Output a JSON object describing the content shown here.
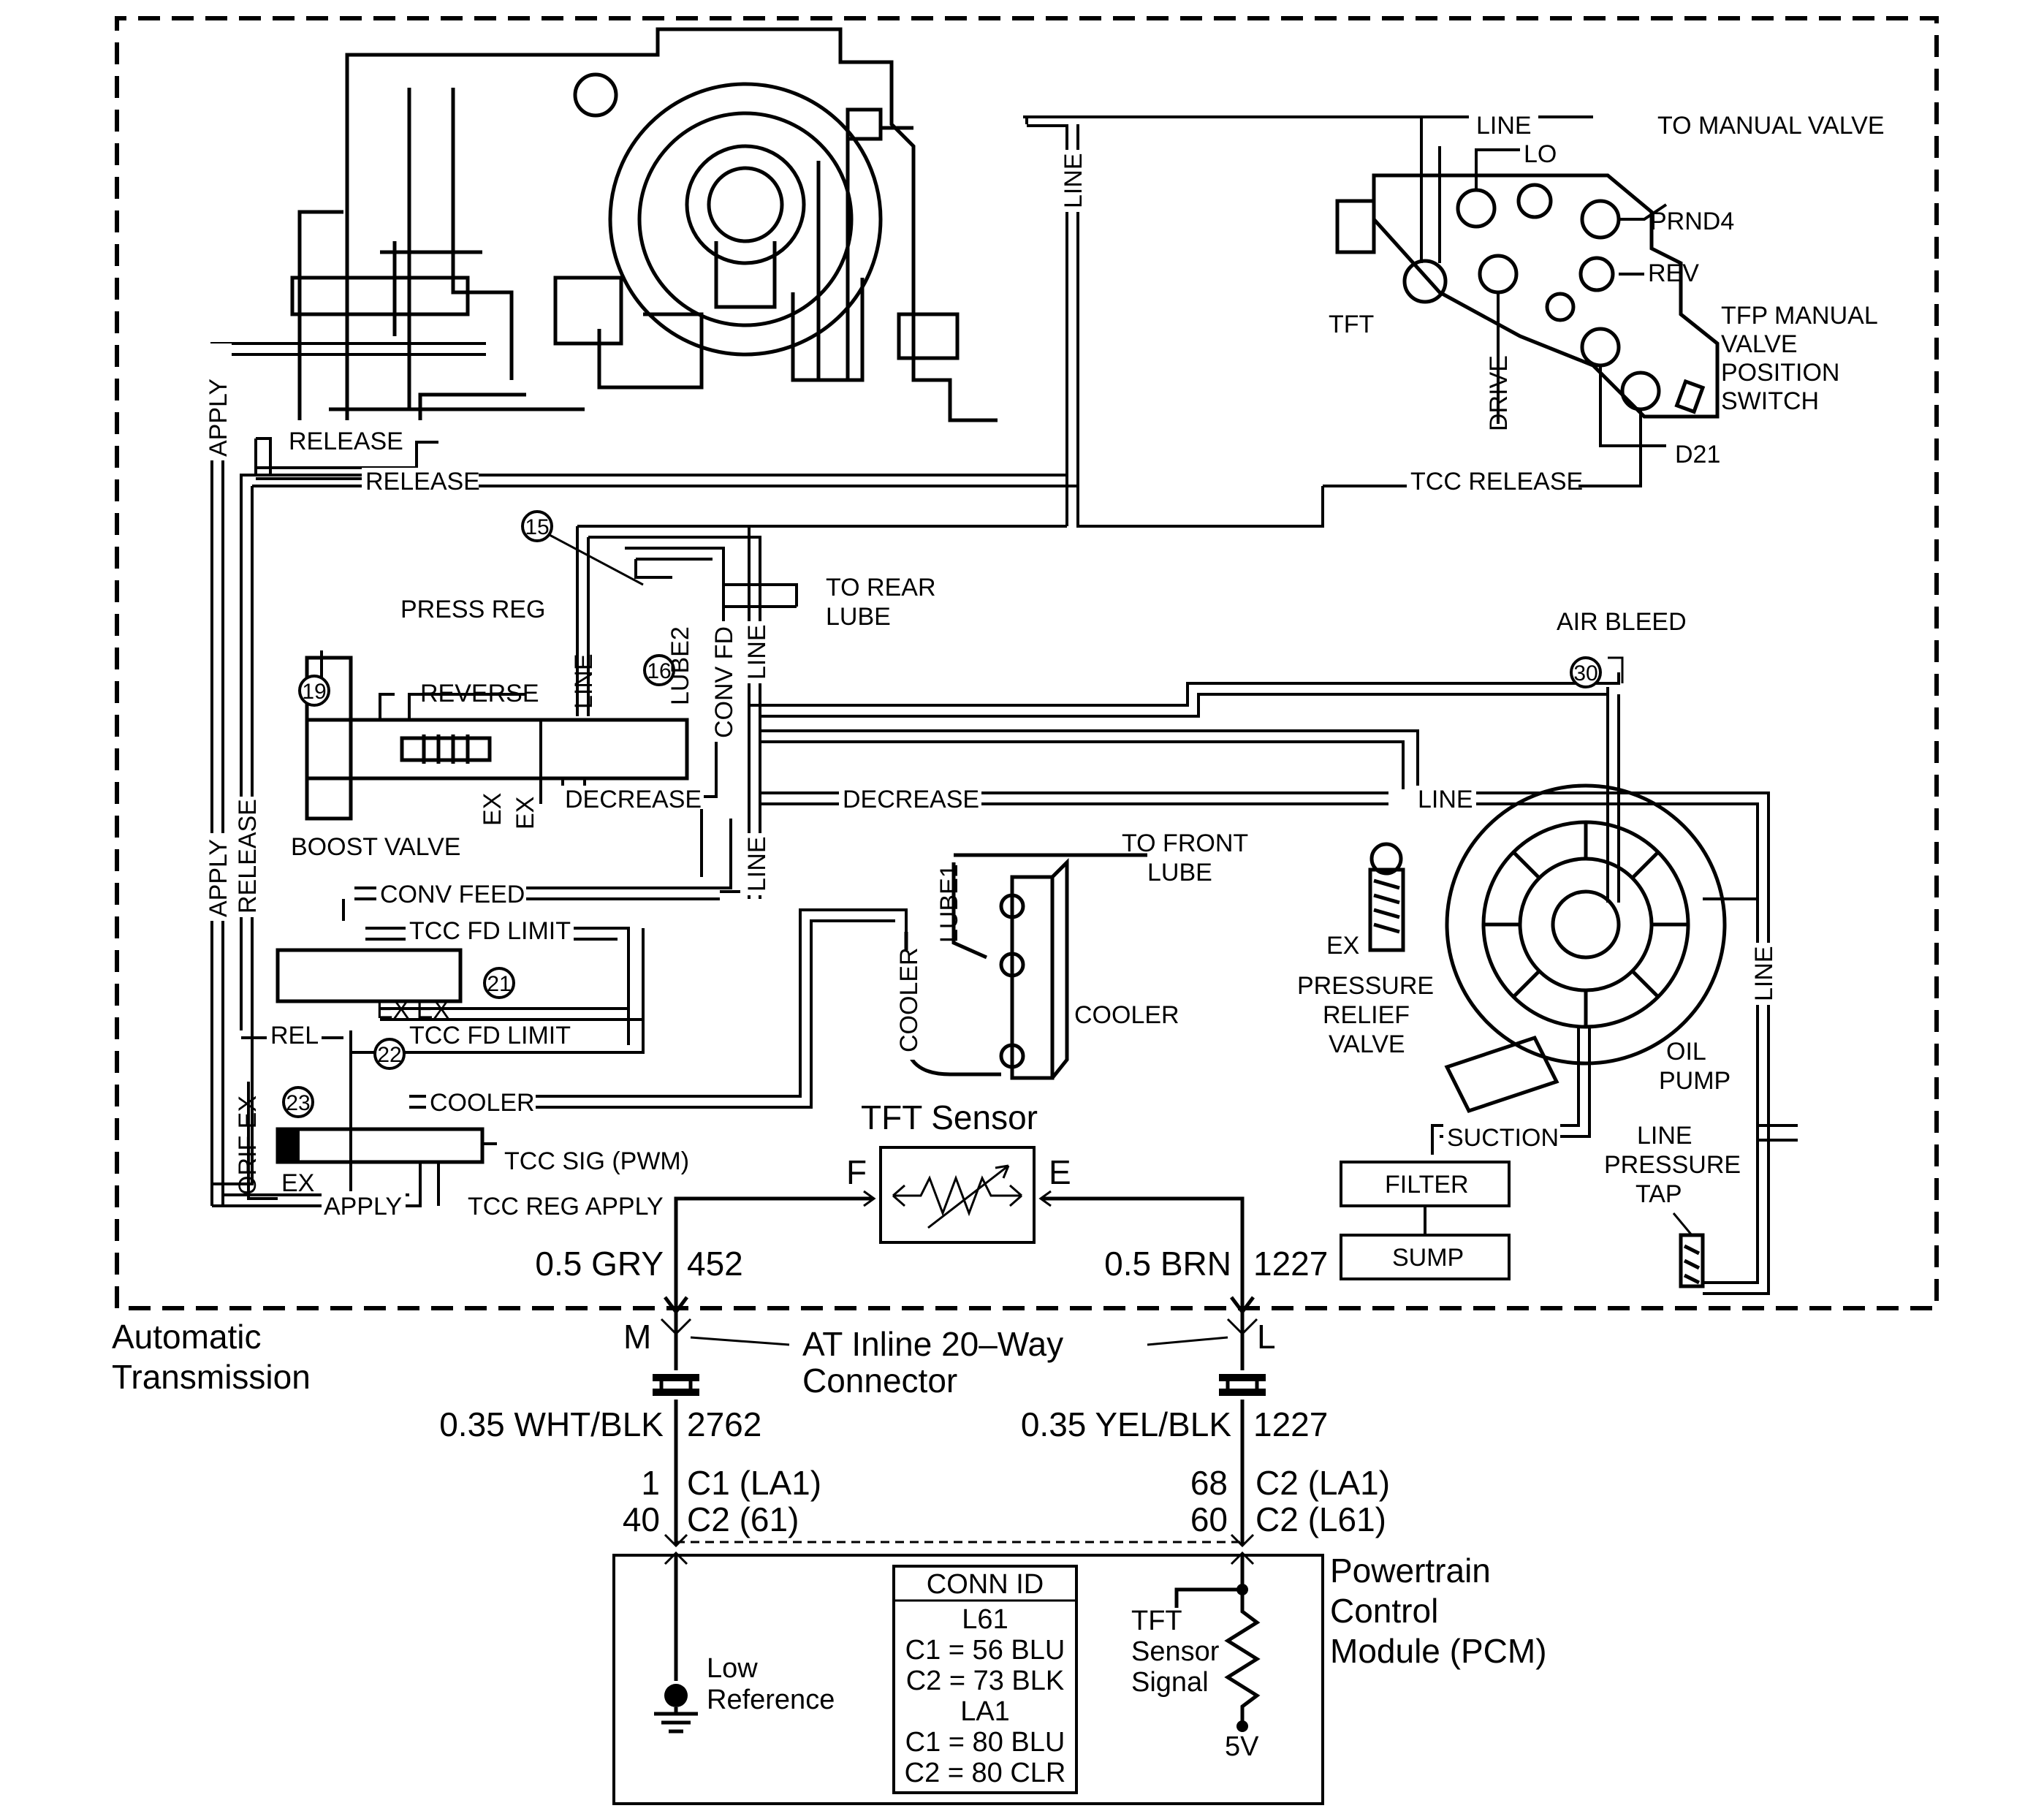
{
  "diagram": {
    "labels": {
      "line_top": "LINE",
      "to_manual_valve": "TO MANUAL VALVE",
      "lo": "LO",
      "prnd4": "PRND4",
      "rev": "REV",
      "tft": "TFT",
      "drive": "DRIVE",
      "tfp_switch": [
        "TFP MANUAL",
        "VALVE",
        "POSITION",
        "SWITCH"
      ],
      "d21": "D21",
      "line_vertical": "LINE",
      "apply": "APPLY",
      "release": "RELEASE",
      "tcc_release": "TCC RELEASE",
      "to_rear_lube": [
        "TO REAR",
        "LUBE"
      ],
      "press_reg": "PRESS REG",
      "reverse": "REVERSE",
      "lube2": "LUBE2",
      "conv_fd": "CONV FD",
      "boost_valve": "BOOST VALVE",
      "ex": "EX",
      "decrease": "DECREASE",
      "air_bleed": "AIR BLEED",
      "to_front_lube": [
        "TO FRONT",
        "LUBE"
      ],
      "lube1": "LUBE1",
      "conv_feed": "CONV FEED",
      "tcc_fd_limit": "TCC FD LIMIT",
      "ex_ex": "EX EX",
      "rel": "REL",
      "cooler": "COOLER",
      "orif_ex": "ORIF EX",
      "tcc_sig": "TCC SIG (PWM)",
      "tcc_reg_apply": "TCC REG APPLY",
      "pressure_relief_valve": [
        "PRESSURE",
        "RELIEF",
        "VALVE"
      ],
      "oil_pump": [
        "OIL",
        "PUMP"
      ],
      "suction": "SUCTION",
      "filter": "FILTER",
      "sump": "SUMP",
      "line_pressure_tap": [
        "LINE",
        "PRESSURE",
        "TAP"
      ],
      "callouts": [
        "15",
        "16",
        "19",
        "21",
        "22",
        "23",
        "30"
      ]
    },
    "sensor": {
      "title": "TFT Sensor",
      "pin_left": "F",
      "pin_right": "E"
    },
    "wires": {
      "left_upper": {
        "gauge_color": "0.5 GRY",
        "circuit": "452"
      },
      "right_upper": {
        "gauge_color": "0.5 BRN",
        "circuit": "1227"
      },
      "left_lower": {
        "gauge_color": "0.35 WHT/BLK",
        "circuit": "2762"
      },
      "right_lower": {
        "gauge_color": "0.35 YEL/BLK",
        "circuit": "1227"
      }
    },
    "connector": {
      "label_line1": "AT Inline 20–Way",
      "label_line2": "Connector",
      "pin_left": "M",
      "pin_right": "L"
    },
    "transmission": {
      "line1": "Automatic",
      "line2": "Transmission"
    },
    "pcm_pins": {
      "left": [
        {
          "pin": "1",
          "conn": "C1 (LA1)"
        },
        {
          "pin": "40",
          "conn": "C2 (61)"
        }
      ],
      "right": [
        {
          "pin": "68",
          "conn": "C2 (LA1)"
        },
        {
          "pin": "60",
          "conn": "C2 (L61)"
        }
      ]
    },
    "pcm": {
      "title": [
        "Powertrain",
        "Control",
        "Module (PCM)"
      ],
      "low_reference": [
        "Low",
        "Reference"
      ],
      "tft_signal": [
        "TFT",
        "Sensor",
        "Signal"
      ],
      "voltage": "5V",
      "conn_id": {
        "header": "CONN ID",
        "rows": [
          "L61",
          "C1 = 56 BLU",
          "C2 = 73 BLK",
          "LA1",
          "C1 = 80 BLU",
          "C2 = 80 CLR"
        ]
      }
    }
  }
}
